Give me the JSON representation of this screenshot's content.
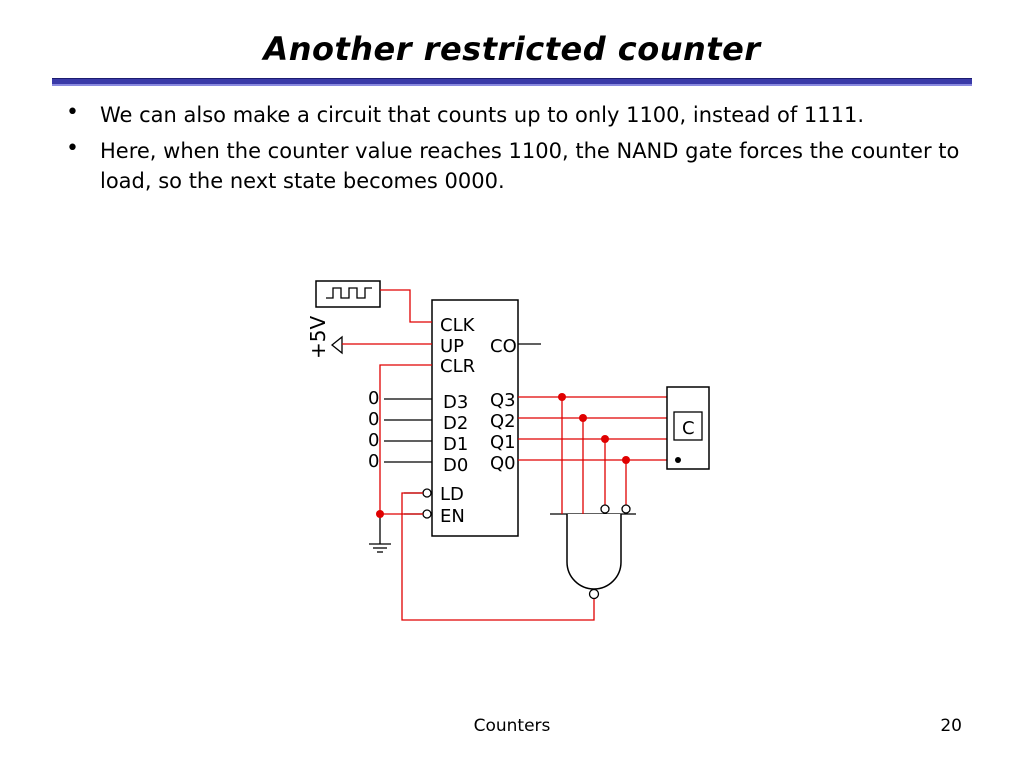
{
  "slide": {
    "title": "Another restricted counter",
    "bullets": [
      "We can also make a circuit that counts up to only 1100, instead of 1111.",
      "Here, when the counter value reaches 1100, the NAND gate forces the counter to load, so the next state becomes 0000."
    ],
    "footer_title": "Counters",
    "page_number": "20"
  },
  "circuit": {
    "supply_label": "+5V",
    "counter_inputs": [
      "CLK",
      "UP",
      "CLR",
      "D3",
      "D2",
      "D1",
      "D0",
      "LD",
      "EN"
    ],
    "counter_outputs": [
      "CO",
      "Q3",
      "Q2",
      "Q1",
      "Q0"
    ],
    "data_inputs": [
      "0",
      "0",
      "0",
      "0"
    ],
    "display_label": "C",
    "wire_color": "#e00000"
  }
}
